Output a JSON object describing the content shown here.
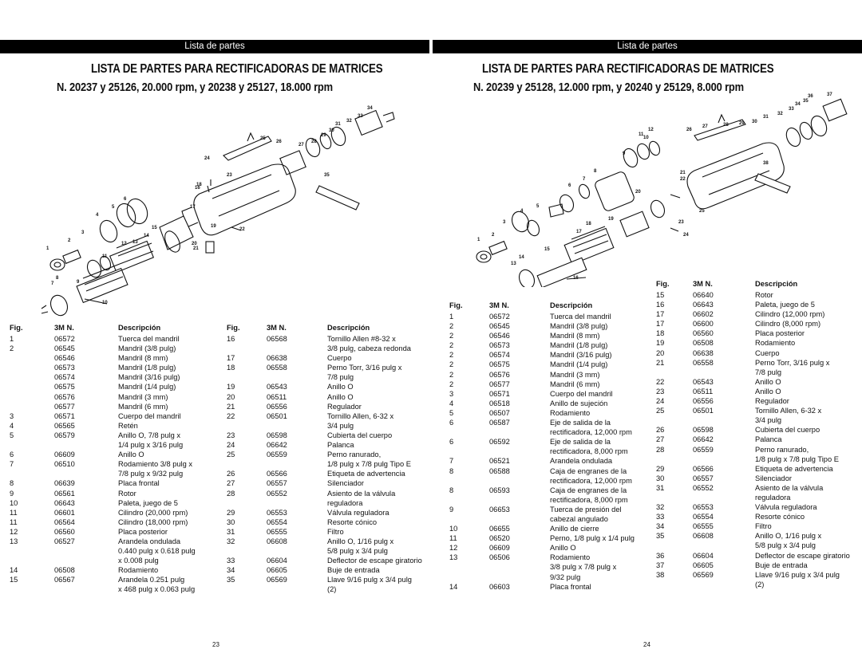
{
  "left": {
    "header_bar": "Lista de partes",
    "title": "LISTA DE PARTES PARA RECTIFICADORAS DE MATRICES",
    "subtitle": "N. 20237 y 25126, 20.000 rpm, y 20238 y 25127, 18.000 rpm",
    "callouts": [
      "1",
      "2",
      "3",
      "4",
      "5",
      "6",
      "7",
      "8",
      "9",
      "10",
      "11",
      "12",
      "13",
      "14",
      "15",
      "16",
      "17",
      "18",
      "19",
      "20",
      "21",
      "22",
      "23",
      "24",
      "25",
      "26",
      "27",
      "28",
      "29",
      "30",
      "31",
      "32",
      "33",
      "34",
      "35"
    ],
    "table_a": {
      "headers": {
        "fig": "Fig.",
        "num": "3M N.",
        "desc": "Descripción"
      },
      "rows": [
        {
          "fig": "1",
          "num": "06572",
          "desc": "Tuerca del mandril"
        },
        {
          "fig": "2",
          "num": "06545",
          "desc": "Mandril (3/8 pulg)"
        },
        {
          "fig": "",
          "num": "06546",
          "desc": "Mandril (8 mm)"
        },
        {
          "fig": "",
          "num": "06573",
          "desc": "Mandril (1/8 pulg)"
        },
        {
          "fig": "",
          "num": "06574",
          "desc": "Mandril (3/16 pulg)"
        },
        {
          "fig": "",
          "num": "06575",
          "desc": "Mandril (1/4 pulg)"
        },
        {
          "fig": "",
          "num": "06576",
          "desc": "Mandril (3 mm)"
        },
        {
          "fig": "",
          "num": "06577",
          "desc": "Mandril (6 mm)"
        },
        {
          "fig": "3",
          "num": "06571",
          "desc": "Cuerpo del mandril"
        },
        {
          "fig": "4",
          "num": "06565",
          "desc": "Retén"
        },
        {
          "fig": "5",
          "num": "06579",
          "desc": "Anillo O, 7/8 pulg x"
        },
        {
          "fig": "",
          "num": "",
          "desc": "1/4 pulg x 3/16 pulg"
        },
        {
          "fig": "6",
          "num": "06609",
          "desc": "Anillo O"
        },
        {
          "fig": "7",
          "num": "06510",
          "desc": "Rodamiento 3/8 pulg x"
        },
        {
          "fig": "",
          "num": "",
          "desc": "7/8 pulg x 9/32 pulg"
        },
        {
          "fig": "8",
          "num": "06639",
          "desc": "Placa frontal"
        },
        {
          "fig": "9",
          "num": "06561",
          "desc": "Rotor"
        },
        {
          "fig": "10",
          "num": "06643",
          "desc": "Paleta, juego de 5"
        },
        {
          "fig": "11",
          "num": "06601",
          "desc": "Cilindro (20,000 rpm)"
        },
        {
          "fig": "11",
          "num": "06564",
          "desc": "Cilindro (18,000 rpm)"
        },
        {
          "fig": "12",
          "num": "06560",
          "desc": "Placa posterior"
        },
        {
          "fig": "13",
          "num": "06527",
          "desc": "Arandela ondulada"
        },
        {
          "fig": "",
          "num": "",
          "desc": "0.440 pulg x 0.618 pulg"
        },
        {
          "fig": "",
          "num": "",
          "desc": "x 0.008 pulg"
        },
        {
          "fig": "14",
          "num": "06508",
          "desc": "Rodamiento"
        },
        {
          "fig": "15",
          "num": "06567",
          "desc": "Arandela 0.251 pulg"
        },
        {
          "fig": "",
          "num": "",
          "desc": "x 468 pulg x 0.063 pulg"
        }
      ]
    },
    "table_b": {
      "headers": {
        "fig": "Fig.",
        "num": "3M N.",
        "desc": "Descripción"
      },
      "rows": [
        {
          "fig": "16",
          "num": "06568",
          "desc": "Tornillo Allen #8-32 x"
        },
        {
          "fig": "",
          "num": "",
          "desc": "3/8 pulg, cabeza redonda"
        },
        {
          "fig": "17",
          "num": "06638",
          "desc": "Cuerpo"
        },
        {
          "fig": "18",
          "num": "06558",
          "desc": "Perno Torr, 3/16 pulg x"
        },
        {
          "fig": "",
          "num": "",
          "desc": "7/8 pulg"
        },
        {
          "fig": "19",
          "num": "06543",
          "desc": "Anillo O"
        },
        {
          "fig": "20",
          "num": "06511",
          "desc": "Anillo O"
        },
        {
          "fig": "21",
          "num": "06556",
          "desc": "Regulador"
        },
        {
          "fig": "22",
          "num": "06501",
          "desc": "Tornillo Allen, 6-32 x"
        },
        {
          "fig": "",
          "num": "",
          "desc": "3/4 pulg"
        },
        {
          "fig": "23",
          "num": "06598",
          "desc": "Cubierta del cuerpo"
        },
        {
          "fig": "24",
          "num": "06642",
          "desc": "Palanca"
        },
        {
          "fig": "25",
          "num": "06559",
          "desc": "Perno ranurado,"
        },
        {
          "fig": "",
          "num": "",
          "desc": "1/8 pulg x 7/8 pulg Tipo E"
        },
        {
          "fig": "26",
          "num": "06566",
          "desc": "Etiqueta de advertencia"
        },
        {
          "fig": "27",
          "num": "06557",
          "desc": "Silenciador"
        },
        {
          "fig": "28",
          "num": "06552",
          "desc": "Asiento de la válvula"
        },
        {
          "fig": "",
          "num": "",
          "desc": "reguladora"
        },
        {
          "fig": "29",
          "num": "06553",
          "desc": "Válvula reguladora"
        },
        {
          "fig": "30",
          "num": "06554",
          "desc": "Resorte cónico"
        },
        {
          "fig": "31",
          "num": "06555",
          "desc": "Filtro"
        },
        {
          "fig": "32",
          "num": "06608",
          "desc": "Anillo O, 1/16 pulg x"
        },
        {
          "fig": "",
          "num": "",
          "desc": "5/8 pulg x 3/4 pulg"
        },
        {
          "fig": "33",
          "num": "06604",
          "desc": "Deflector de escape giratorio"
        },
        {
          "fig": "34",
          "num": "06605",
          "desc": "Buje de entrada"
        },
        {
          "fig": "35",
          "num": "06569",
          "desc": "Llave 9/16 pulg x 3/4 pulg"
        },
        {
          "fig": "",
          "num": "",
          "desc": "(2)"
        }
      ]
    },
    "page_number": "23"
  },
  "right": {
    "header_bar": "Lista de partes",
    "title": "LISTA DE PARTES PARA RECTIFICADORAS DE MATRICES",
    "subtitle": "N. 20239 y 25128, 12.000 rpm, y 20240 y 25129, 8.000 rpm",
    "callouts": [
      "1",
      "2",
      "3",
      "4",
      "5",
      "6",
      "7",
      "8",
      "9",
      "10",
      "11",
      "12",
      "13",
      "14",
      "15",
      "16",
      "17",
      "18",
      "19",
      "20",
      "21",
      "22",
      "23",
      "24",
      "25",
      "26",
      "27",
      "28",
      "29",
      "30",
      "31",
      "32",
      "33",
      "34",
      "35",
      "36",
      "37",
      "38"
    ],
    "table_a": {
      "headers": {
        "fig": "Fig.",
        "num": "3M N.",
        "desc": "Descripción"
      },
      "rows": [
        {
          "fig": "1",
          "num": "06572",
          "desc": "Tuerca del mandril"
        },
        {
          "fig": "2",
          "num": "06545",
          "desc": "Mandril (3/8 pulg)"
        },
        {
          "fig": "2",
          "num": "06546",
          "desc": "Mandril (8 mm)"
        },
        {
          "fig": "2",
          "num": "06573",
          "desc": "Mandril (1/8 pulg)"
        },
        {
          "fig": "2",
          "num": "06574",
          "desc": "Mandril (3/16 pulg)"
        },
        {
          "fig": "2",
          "num": "06575",
          "desc": "Mandril (1/4 pulg)"
        },
        {
          "fig": "2",
          "num": "06576",
          "desc": "Mandril (3 mm)"
        },
        {
          "fig": "2",
          "num": "06577",
          "desc": "Mandril (6 mm)"
        },
        {
          "fig": "3",
          "num": "06571",
          "desc": "Cuerpo del mandril"
        },
        {
          "fig": "4",
          "num": "06518",
          "desc": "Anillo de sujeción"
        },
        {
          "fig": "5",
          "num": "06507",
          "desc": "Rodamiento"
        },
        {
          "fig": "6",
          "num": "06587",
          "desc": "Eje de salida de la"
        },
        {
          "fig": "",
          "num": "",
          "desc": "rectificadora, 12,000 rpm"
        },
        {
          "fig": "6",
          "num": "06592",
          "desc": "Eje de salida de la"
        },
        {
          "fig": "",
          "num": "",
          "desc": "rectificadora, 8,000 rpm"
        },
        {
          "fig": "7",
          "num": "06521",
          "desc": "Arandela ondulada"
        },
        {
          "fig": "8",
          "num": "06588",
          "desc": "Caja de engranes de la"
        },
        {
          "fig": "",
          "num": "",
          "desc": "rectificadora, 12,000 rpm"
        },
        {
          "fig": "8",
          "num": "06593",
          "desc": "Caja de engranes de la"
        },
        {
          "fig": "",
          "num": "",
          "desc": "rectificadora, 8,000 rpm"
        },
        {
          "fig": "9",
          "num": "06653",
          "desc": "Tuerca de presión del"
        },
        {
          "fig": "",
          "num": "",
          "desc": "cabezal angulado"
        },
        {
          "fig": "10",
          "num": "06655",
          "desc": "Anillo de cierre"
        },
        {
          "fig": "11",
          "num": "06520",
          "desc": "Perno, 1/8 pulg x 1/4 pulg"
        },
        {
          "fig": "12",
          "num": "06609",
          "desc": "Anillo O"
        },
        {
          "fig": "13",
          "num": "06506",
          "desc": "Rodamiento"
        },
        {
          "fig": "",
          "num": "",
          "desc": "3/8 pulg x 7/8 pulg x"
        },
        {
          "fig": "",
          "num": "",
          "desc": "9/32 pulg"
        },
        {
          "fig": "14",
          "num": "06603",
          "desc": "Placa frontal"
        }
      ]
    },
    "table_b": {
      "headers": {
        "fig": "Fig.",
        "num": "3M N.",
        "desc": "Descripción"
      },
      "rows": [
        {
          "fig": "15",
          "num": "06640",
          "desc": "Rotor"
        },
        {
          "fig": "16",
          "num": "06643",
          "desc": "Paleta, juego de 5"
        },
        {
          "fig": "17",
          "num": "06602",
          "desc": "Cilindro (12,000 rpm)"
        },
        {
          "fig": "17",
          "num": "06600",
          "desc": "Cilindro (8,000 rpm)"
        },
        {
          "fig": "18",
          "num": "06560",
          "desc": "Placa posterior"
        },
        {
          "fig": "19",
          "num": "06508",
          "desc": "Rodamiento"
        },
        {
          "fig": "20",
          "num": "06638",
          "desc": "Cuerpo"
        },
        {
          "fig": "21",
          "num": "06558",
          "desc": "Perno Torr, 3/16 pulg x"
        },
        {
          "fig": "",
          "num": "",
          "desc": "7/8 pulg"
        },
        {
          "fig": "22",
          "num": "06543",
          "desc": "Anillo O"
        },
        {
          "fig": "23",
          "num": "06511",
          "desc": "Anillo O"
        },
        {
          "fig": "24",
          "num": "06556",
          "desc": "Regulador"
        },
        {
          "fig": "25",
          "num": "06501",
          "desc": "Tornillo Allen, 6-32 x"
        },
        {
          "fig": "",
          "num": "",
          "desc": "3/4 pulg"
        },
        {
          "fig": "26",
          "num": "06598",
          "desc": "Cubierta del cuerpo"
        },
        {
          "fig": "27",
          "num": "06642",
          "desc": "Palanca"
        },
        {
          "fig": "28",
          "num": "06559",
          "desc": "Perno ranurado,"
        },
        {
          "fig": "",
          "num": "",
          "desc": "1/8 pulg x 7/8 pulg Tipo E"
        },
        {
          "fig": "29",
          "num": "06566",
          "desc": "Etiqueta de advertencia"
        },
        {
          "fig": "30",
          "num": "06557",
          "desc": "Silenciador"
        },
        {
          "fig": "31",
          "num": "06552",
          "desc": "Asiento de la válvula"
        },
        {
          "fig": "",
          "num": "",
          "desc": "reguladora"
        },
        {
          "fig": "32",
          "num": "06553",
          "desc": "Válvula reguladora"
        },
        {
          "fig": "33",
          "num": "06554",
          "desc": "Resorte cónico"
        },
        {
          "fig": "34",
          "num": "06555",
          "desc": "Filtro"
        },
        {
          "fig": "35",
          "num": "06608",
          "desc": "Anillo O, 1/16 pulg x"
        },
        {
          "fig": "",
          "num": "",
          "desc": "5/8 pulg x 3/4 pulg"
        },
        {
          "fig": "36",
          "num": "06604",
          "desc": "Deflector de escape giratorio"
        },
        {
          "fig": "37",
          "num": "06605",
          "desc": "Buje de entrada"
        },
        {
          "fig": "38",
          "num": "06569",
          "desc": "Llave 9/16 pulg x 3/4 pulg"
        },
        {
          "fig": "",
          "num": "",
          "desc": "(2)"
        }
      ]
    },
    "page_number": "24"
  }
}
